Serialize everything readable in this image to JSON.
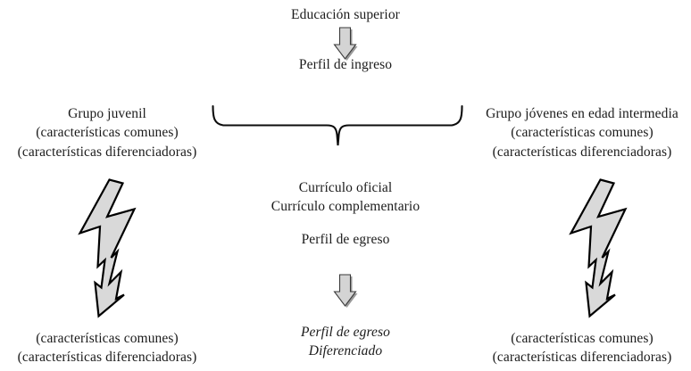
{
  "diagram": {
    "title_top": "Educación superior",
    "entry_profile": "Perfil de ingreso",
    "left_group": {
      "heading": "Grupo juvenil",
      "line_common": "(características comunes)",
      "line_differentiating": "(características diferenciadoras)"
    },
    "right_group": {
      "heading": "Grupo  jóvenes en edad intermedia",
      "line_common": "(características comunes)",
      "line_differentiating": "(características diferenciadoras)"
    },
    "center": {
      "curriculum_official": "Currículo oficial",
      "curriculum_complementary": "Currículo complementario",
      "exit_profile": "Perfil de egreso",
      "exit_profile_result_line1": "Perfil de egreso",
      "exit_profile_result_line2": "Diferenciado"
    },
    "left_outcome": {
      "line_common": "(características comunes)",
      "line_differentiating": "(características diferenciadoras)"
    },
    "right_outcome": {
      "line_common": "(características comunes)",
      "line_differentiating": "(características diferenciadoras)"
    },
    "shapes": {
      "arrow_top_name": "down-block-arrow-icon",
      "arrow_bottom_name": "down-block-arrow-icon",
      "brace_name": "curly-brace-down-icon",
      "bolt_left_name": "lightning-bolt-icon",
      "bolt_right_name": "lightning-bolt-icon"
    },
    "colors": {
      "background": "#ffffff",
      "text": "#1b1b1b",
      "arrow_fill": "#d4d4d4",
      "arrow_stroke": "#3a3a3a",
      "bolt_fill": "#d9d9d9",
      "bolt_stroke": "#000000",
      "brace_stroke": "#0d0d0d"
    }
  }
}
